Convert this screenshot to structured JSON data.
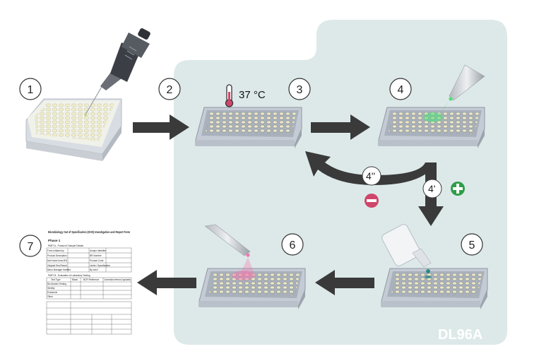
{
  "steps": [
    {
      "number": "1"
    },
    {
      "number": "2"
    },
    {
      "number": "3"
    },
    {
      "number": "4"
    },
    {
      "number": "5"
    },
    {
      "number": "6"
    },
    {
      "number": "7"
    }
  ],
  "incubation": {
    "temperature": "37 °C"
  },
  "branches": {
    "negative": {
      "label": "4''"
    },
    "positive": {
      "label": "4'"
    }
  },
  "badge": {
    "text": "DL96A"
  },
  "colors": {
    "background_panel": "#dde9e9",
    "arrow": "#3a3a3a",
    "negative": "#d0466b",
    "positive": "#2e9e48",
    "green_drop": "#4fe07a",
    "pink_drop": "#f07ab0",
    "teal_drop": "#2a8a88"
  },
  "form": {
    "title": "Microbiology Out of Specification (OOS) Investigation and Report Form",
    "phase": "Phase 1",
    "part_a": "PART A - Product & Sample Details",
    "part_b": "PART B - Evaluation of Laboratory Testing",
    "fields_a": [
      "Form Initiated by",
      "Product Description",
      "Batch Production Number (BPN)",
      "Original Test Result",
      "Micro Manager Notified"
    ],
    "fields_a_right": [
      "Unique Identifier",
      "BR Number",
      "Product Code",
      "Limits / Specification",
      "By who?"
    ],
    "table_b_headers": [
      "Test Type",
      "Blank",
      "BCR Reference",
      "Concentration reference (if applicable)"
    ],
    "table_b_rows": [
      "Bio-Burden Testing",
      "Sterility",
      "Endotoxin",
      "Other"
    ]
  }
}
